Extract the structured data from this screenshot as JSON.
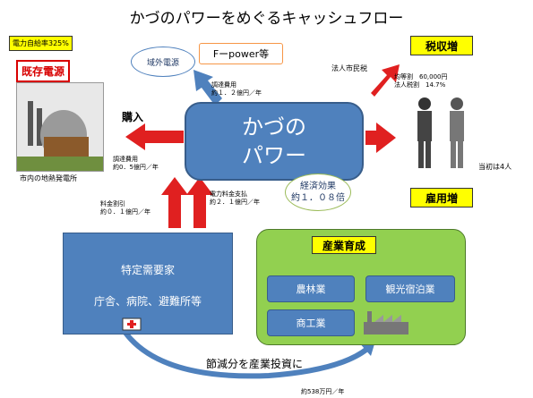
{
  "title": "かづのパワーをめぐるキャッシュフロー",
  "self_sufficiency": "電力自給率325%",
  "existing_power": "既存電源",
  "plant_caption": "市内の地熱発電所",
  "purchase_label": "購入",
  "purchase_cost": [
    "調達費用",
    "約0．5億円／年"
  ],
  "outside_power": "域外電源",
  "f_power": "Fーpower等",
  "outside_cost": [
    "調達費用",
    "約１．２億円／年"
  ],
  "center": [
    "かづの",
    "パワー"
  ],
  "effect": [
    "経済効果",
    "約１．０８倍"
  ],
  "tax_label": "法人市民税",
  "tax_increase": "税収増",
  "tax_details": [
    "均等割　60,000円",
    "法人税割　14.7%"
  ],
  "employees": "当初は4人",
  "employment_increase": "雇用増",
  "fee_discount": [
    "料金割引",
    "約０．１億円／年"
  ],
  "power_payment": [
    "電力料金支払",
    "約２．１億円／年"
  ],
  "demand_title": "特定需要家",
  "demand_sub": "庁舎、病院、避難所等",
  "industry_title": "産業育成",
  "industries": {
    "agri": "農林業",
    "tourism": "観光宿泊業",
    "commerce": "商工業"
  },
  "investment_label": "節減分を産業投資に",
  "investment_amount": "約538万円／年",
  "colors": {
    "blue": "#4f81bd",
    "red": "#e02020",
    "green": "#92d050",
    "yellow": "#ffff00",
    "orange": "#f79646"
  }
}
